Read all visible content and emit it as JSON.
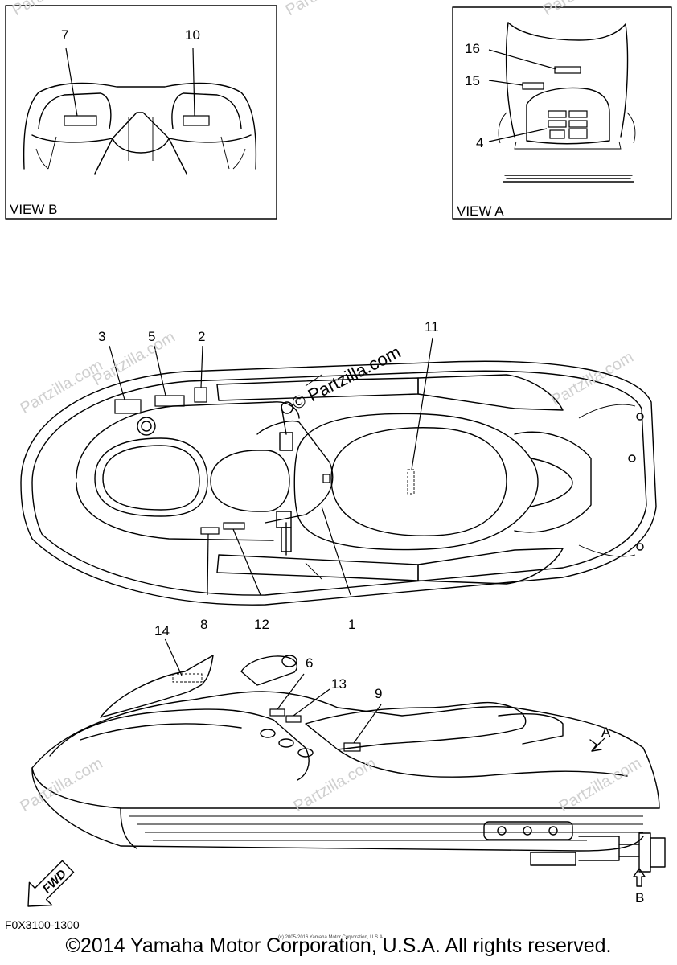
{
  "views": {
    "b": {
      "caption": "VIEW B",
      "callouts": [
        "7",
        "10"
      ]
    },
    "a": {
      "caption": "VIEW A",
      "callouts": [
        "16",
        "15",
        "4"
      ]
    }
  },
  "top_view": {
    "callouts": [
      "3",
      "5",
      "2",
      "11",
      "8",
      "12",
      "1"
    ]
  },
  "side_view": {
    "callouts": [
      "14",
      "6",
      "13",
      "9"
    ],
    "arrow_a": "A",
    "arrow_b": "B",
    "fwd": "FWD"
  },
  "watermark": {
    "text": "Partzilla.com",
    "center_text": "© Partzilla.com"
  },
  "footer": {
    "code": "F0X3100-1300",
    "small_print": "(c) 2005-2016 Yamaha Motor Corporation, U.S.A.",
    "copyright": "©2014 Yamaha Motor Corporation, U.S.A. All rights reserved."
  }
}
